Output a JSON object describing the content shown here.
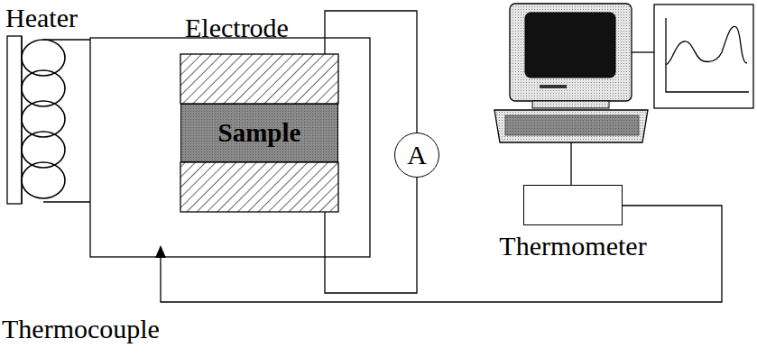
{
  "diagram": {
    "nodes": [
      {
        "text": [
          "Sample"
        ]
      },
      {
        "text": [
          "A"
        ]
      },
      {
        "text": [
          "Thermometer"
        ]
      }
    ],
    "labels": [
      "Heater",
      "Electrode",
      "Thermocouple"
    ]
  }
}
